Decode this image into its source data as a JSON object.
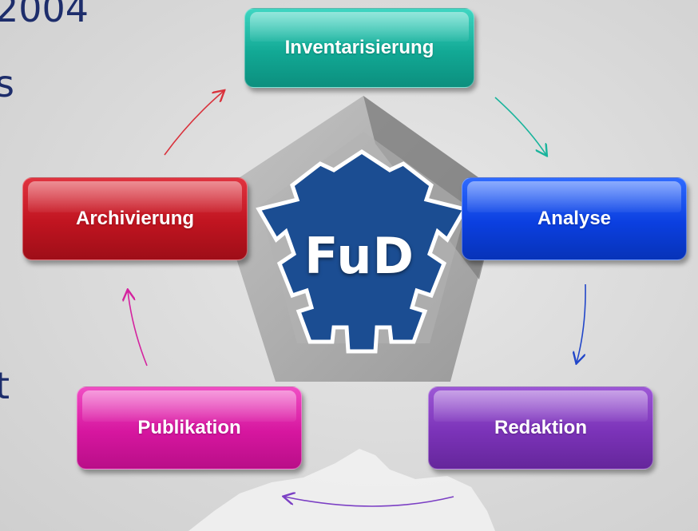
{
  "background_text": [
    "2004",
    "s",
    "t"
  ],
  "center_logo": {
    "text": "FuD"
  },
  "nodes": {
    "inventarisierung": "Inventarisierung",
    "analyse": "Analyse",
    "redaktion": "Redaktion",
    "publikation": "Publikation",
    "archivierung": "Archivierung"
  },
  "colors": {
    "inventarisierung": "#12a995",
    "analyse": "#0b3fe0",
    "redaktion": "#7b33b8",
    "publikation": "#d6169f",
    "archivierung": "#c01420",
    "logo_blue": "#1b4d92"
  },
  "edges": [
    {
      "from": "Inventarisierung",
      "to": "Analyse"
    },
    {
      "from": "Analyse",
      "to": "Redaktion"
    },
    {
      "from": "Redaktion",
      "to": "Publikation"
    },
    {
      "from": "Publikation",
      "to": "Archivierung"
    },
    {
      "from": "Archivierung",
      "to": "Inventarisierung"
    }
  ]
}
